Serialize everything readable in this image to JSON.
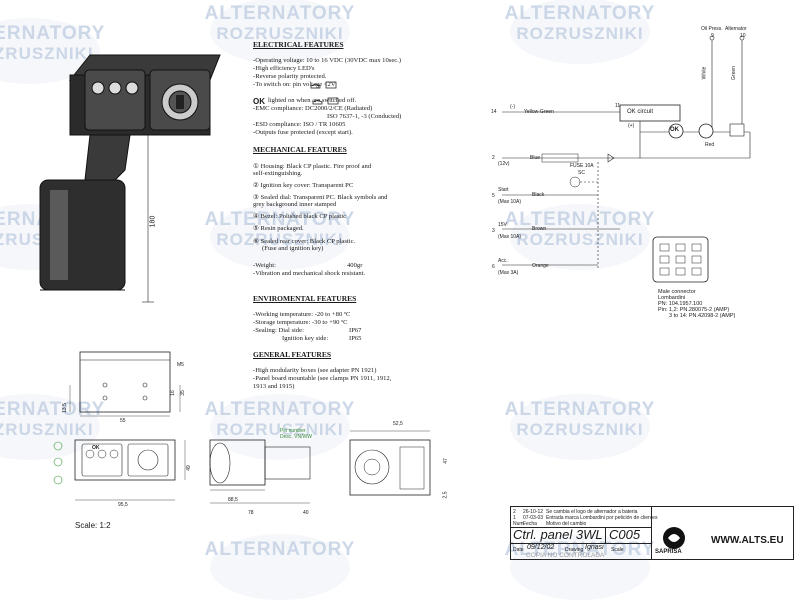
{
  "watermark": {
    "line1": "ALTERNATORY",
    "line2": "ROZRUSZNIKI"
  },
  "electrical": {
    "heading": "ELECTRICAL FEATURES",
    "lines": [
      "-Operating voltage: 10 to 16 VDC (30VDC max 10sec.)",
      "-High efficiency LED's",
      "-Reverse polarity protected.",
      "-To switch on:          pin voltage <2V"
    ],
    "ok_label": "OK",
    "ok_line": "lighted on when          are switched off.",
    "emc": "-EMC compliance:    DC2000/2/CE  (Radiated)",
    "iso": "ISO 7637-1, -3 (Conducted)",
    "esd": "-ESD compliance:      ISO / TR 10605",
    "fuse": "-Outputs fuse protected (except start)."
  },
  "mechanical": {
    "heading": "MECHANICAL FEATURES",
    "lines": [
      "① Housing: Black CP plastic. Fire proof and",
      "self-extinguishing.",
      "② Ignition key cover: Transparent PC",
      "③ Sealed dial: Transparent PC. Black symbols  and",
      "grey background inner stamped",
      "④ Bezel: Polished black CP plastic",
      "⑤ Resin packaged.",
      "⑥ Sealed rear cover: Black CP plastic.",
      "(Fuse and ignition key)"
    ],
    "weight_label": "-Weight:",
    "weight_value": "400gr",
    "vibration": "-Vibration and mechanical shock resistant."
  },
  "environmental": {
    "heading": "ENVIROMENTAL FEATURES",
    "working": "-Working temperature:  -20 to +80 ºC",
    "storage": "-Storage temperature:    -30 to +90 ºC",
    "sealing_label": "-Sealing: Dial side:",
    "sealing_dial": "IP67",
    "sealing_key_label": "Ignition key side:",
    "sealing_key": "IP65"
  },
  "general": {
    "heading": "GENERAL FEATURES",
    "lines": [
      "-High modularity boxes (see adapter PN 1921)",
      "-Panel board mountable (see clamps PN 1911, 1912,",
      "1913 and 1915)"
    ]
  },
  "drawing": {
    "dim_180": "180",
    "dim_m5": "M5",
    "dim_13_5": "13,5",
    "dim_16": "16",
    "dim_35": "35",
    "dim_55": "55",
    "dim_49": "49",
    "dim_95_5": "95,5",
    "dim_88_5": "88,5",
    "dim_78": "78",
    "dim_40": "40",
    "dim_52_5": "52,5",
    "dim_2_5": "2,5",
    "dim_47": "47",
    "pin_note": "Pin number\nDesc. VN/WW",
    "scale": "Scale: 1:2"
  },
  "circuit": {
    "oil_press": "Oil Press.",
    "alternator": "Alternator",
    "pin9": "9",
    "pin10": "10",
    "white": "White",
    "green": "Green",
    "ok_circuit": "OK circuit",
    "ok": "OK",
    "pin14": "14",
    "yellow_green": "Yellow-Green",
    "pin11": "11",
    "pin2": "2",
    "v12": "(12v)",
    "blue": "Blue",
    "fuse": "FUSE 10A",
    "sc": "SC",
    "start_label": "Start",
    "start_pin": "5",
    "start_max": "(Max 10A)",
    "black": "Black",
    "tenv_label": "15V",
    "tenv_pin": "3",
    "tenv_max": "(Max 10A)",
    "brown": "Brown",
    "acc_label": "Acc.",
    "acc_pin": "6",
    "acc_max": "(Max 3A)",
    "orange": "Orange",
    "red": "Red",
    "minus": "(-)",
    "plus": "(+)",
    "connector_title": "Male connector",
    "connector_brand": "Lombardini",
    "connector_pn": "PN: 104.1957.100",
    "pin_a": "Pin: 1,2: PN.280075-2 (AMP)",
    "pin_b": "3 to 14: PN.42098-2 (AMP)"
  },
  "title_block": {
    "rev_rows": [
      [
        "2",
        "26-10-12",
        "Se cambia el logo de alternador a bateria"
      ],
      [
        "1",
        "07-03-03",
        "Entrada marca Lombardini por petición de clientes"
      ]
    ],
    "rev_headers": [
      "Num.",
      "Fecha",
      "Motivo del cambio"
    ],
    "title": "Ctrl. panel 3WL",
    "code": "C005",
    "date_label": "Date",
    "date": "09/12/02",
    "drawing_label": "Drawing",
    "drawn_by": "Ignasi",
    "scale_label": "Scale",
    "copy": "COPIA NO CONTROLADA",
    "company": "SAPRISA",
    "website": "WWW.ALTS.EU"
  }
}
